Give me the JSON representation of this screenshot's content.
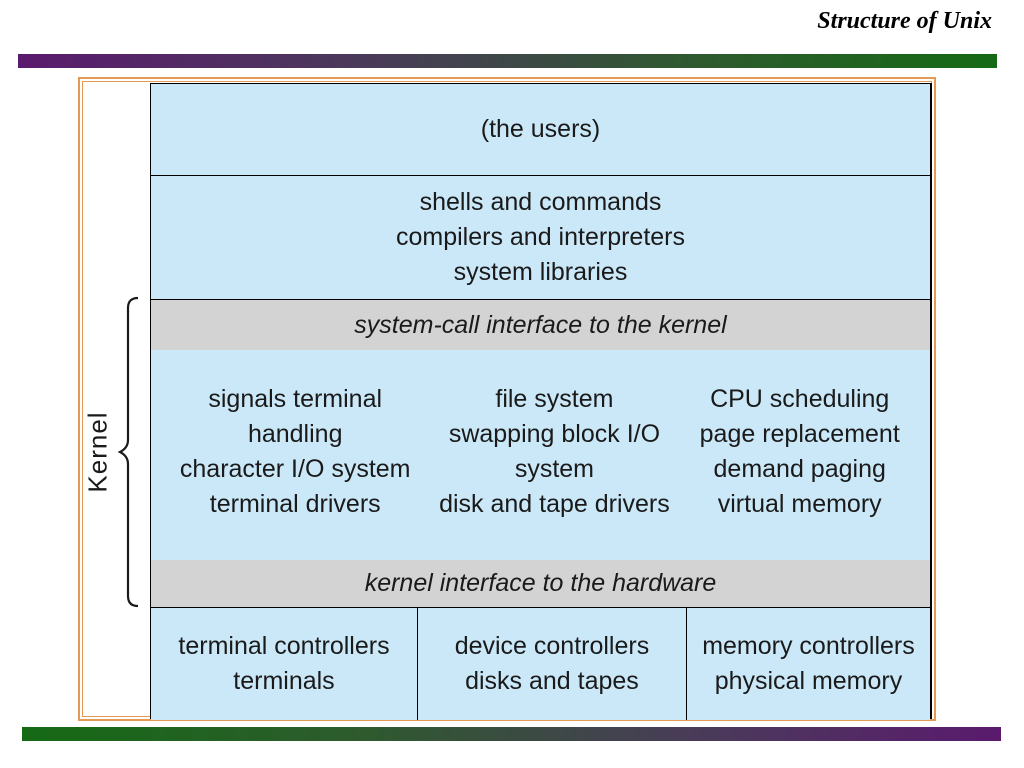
{
  "slide": {
    "title": "Structure of Unix"
  },
  "diagram": {
    "users_layer": "(the users)",
    "shells_layer": [
      "shells and commands",
      "compilers and interpreters",
      "system libraries"
    ],
    "syscall_layer": "system-call interface to the kernel",
    "kernel_columns": [
      [
        "signals terminal",
        "handling",
        "character I/O system",
        "terminal drivers"
      ],
      [
        "file system",
        "swapping block I/O",
        "system",
        "disk and tape drivers"
      ],
      [
        "CPU scheduling",
        "page replacement",
        "demand paging",
        "virtual memory"
      ]
    ],
    "hardware_interface_layer": "kernel interface to the hardware",
    "hardware_columns": [
      [
        "terminal controllers",
        "terminals"
      ],
      [
        "device controllers",
        "disks and tapes"
      ],
      [
        "memory controllers",
        "physical memory"
      ]
    ],
    "kernel_label": "Kernel"
  },
  "colors": {
    "layer_fill": "#cbe8f8",
    "interface_fill": "#d3d3d3",
    "frame_border": "#e39a55",
    "bar_purple": "#5a1a6e",
    "bar_green": "#156a15"
  }
}
